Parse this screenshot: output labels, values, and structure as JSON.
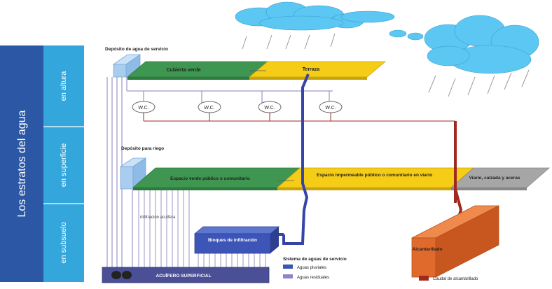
{
  "strata": {
    "main_label": "Los estratos del agua",
    "rows": [
      "en altura",
      "en superficie",
      "en subsuelo"
    ]
  },
  "tanks": {
    "roof_tank": "Depósito de agua de servicio",
    "ground_tank": "Depósito para riego"
  },
  "roof_level": {
    "green_roof": "Cubierta verde",
    "terrace": "Terraza"
  },
  "wc": [
    "W.C.",
    "W.C.",
    "W.C.",
    "W.C."
  ],
  "ground_level": {
    "green_space": "Espacio verde público o comunitario",
    "impermeable_space": "Espacio impermeable público o comunitario  en viario",
    "road": "Viario, calzada y aceras"
  },
  "underground": {
    "infiltration_label": "infiltración acuífera",
    "infiltration_block": "Bloques de infiltración",
    "aquifer": "ACUÍFERO SUPERFICIAL",
    "sewer": "Alcantarillado"
  },
  "legend": {
    "title": "Sistema de aguas de servicio",
    "items": [
      {
        "label": "Aguas pluviales",
        "color": "#3a55b4"
      },
      {
        "label": "Aguas residuales",
        "color": "#8f86c8"
      },
      {
        "label": "Caudal de alcantarillado",
        "color": "#a0281e"
      }
    ]
  },
  "colors": {
    "strata_panel": "#2b57a5",
    "strata_rows": "#33a6db",
    "green": "#3f9650",
    "yellow": "#f5cc16",
    "grey": "#a6a6a6",
    "rain_pipe": "#3444a8",
    "sewer_pipe": "#a0281e",
    "sewer_box": "#e06a2c",
    "cloud": "#5cc7f2"
  }
}
